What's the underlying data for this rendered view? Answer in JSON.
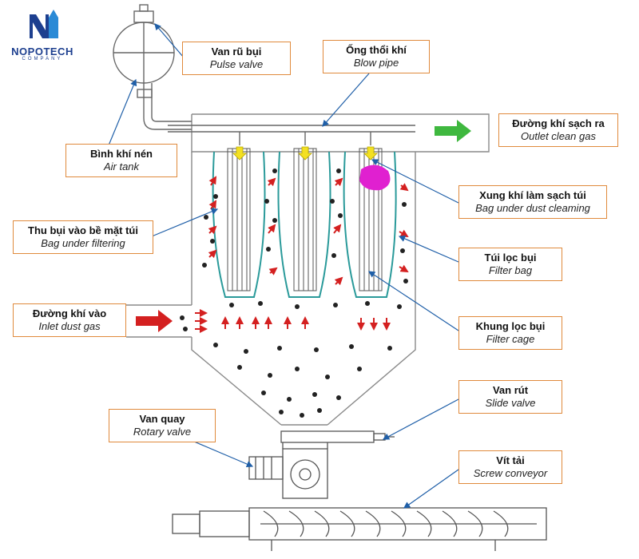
{
  "logo": {
    "name": "NOPOTECH",
    "subtitle": "COMPANY"
  },
  "labels": [
    {
      "id": "pulse-valve",
      "vi": "Van rũ bụi",
      "en": "Pulse valve"
    },
    {
      "id": "blow-pipe",
      "vi": "Ống thổi khí",
      "en": "Blow pipe"
    },
    {
      "id": "outlet-clean-gas",
      "vi": "Đường khí sạch ra",
      "en": "Outlet clean gas"
    },
    {
      "id": "air-tank",
      "vi": "Bình khí nén",
      "en": "Air tank"
    },
    {
      "id": "bag-under-dust-cleaning",
      "vi": "Xung khí làm sạch túi",
      "en": "Bag under dust cleaming"
    },
    {
      "id": "bag-under-filtering",
      "vi": "Thu bụi vào bề mặt túi",
      "en": "Bag under filtering"
    },
    {
      "id": "filter-bag",
      "vi": "Túi lọc bụi",
      "en": "Filter bag"
    },
    {
      "id": "inlet-dust-gas",
      "vi": "Đường khí vào",
      "en": "Inlet dust gas"
    },
    {
      "id": "filter-cage",
      "vi": "Khung lọc bụi",
      "en": "Filter cage"
    },
    {
      "id": "slide-valve",
      "vi": "Van rút",
      "en": "Slide valve"
    },
    {
      "id": "rotary-valve",
      "vi": "Van quay",
      "en": "Rotary valve"
    },
    {
      "id": "screw-conveyor",
      "vi": "Vít tải",
      "en": "Screw conveyor"
    }
  ],
  "colors": {
    "accent_box": "#e08a3c",
    "arrow_red": "#d42020",
    "arrow_green": "#3fb83f",
    "pulse_magenta": "#e020d0",
    "bag_teal": "#2a9a9a",
    "leader": "#1f5fa8",
    "logo_blue": "#1d3f8f"
  }
}
